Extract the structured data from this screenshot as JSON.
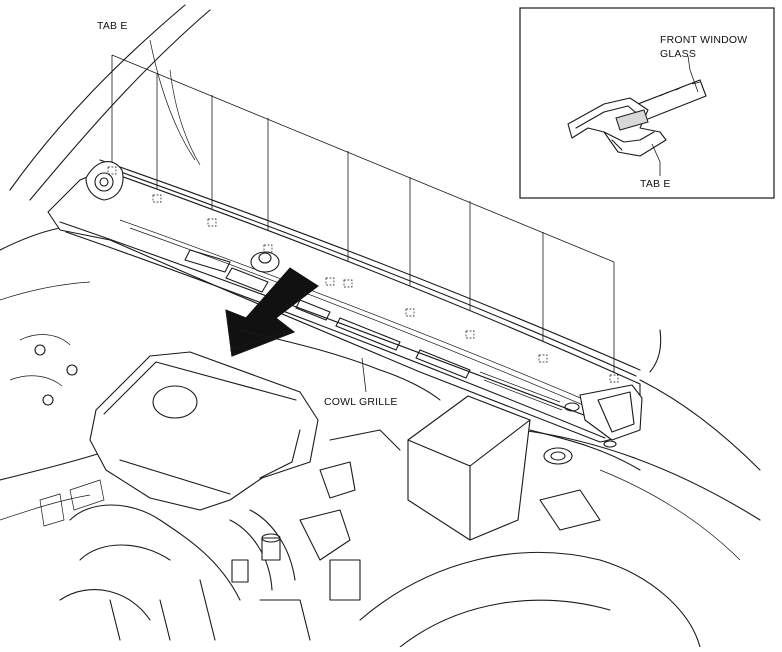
{
  "labels": {
    "tab_e_main": "TAB E",
    "cowl_grille": "COWL GRILLE",
    "front_window_glass_line1": "FRONT WINDOW",
    "front_window_glass_line2": "GLASS",
    "tab_e_detail": "TAB E"
  },
  "colors": {
    "line": "#1a1a1a",
    "arrow": "#111111",
    "background": "#ffffff"
  }
}
